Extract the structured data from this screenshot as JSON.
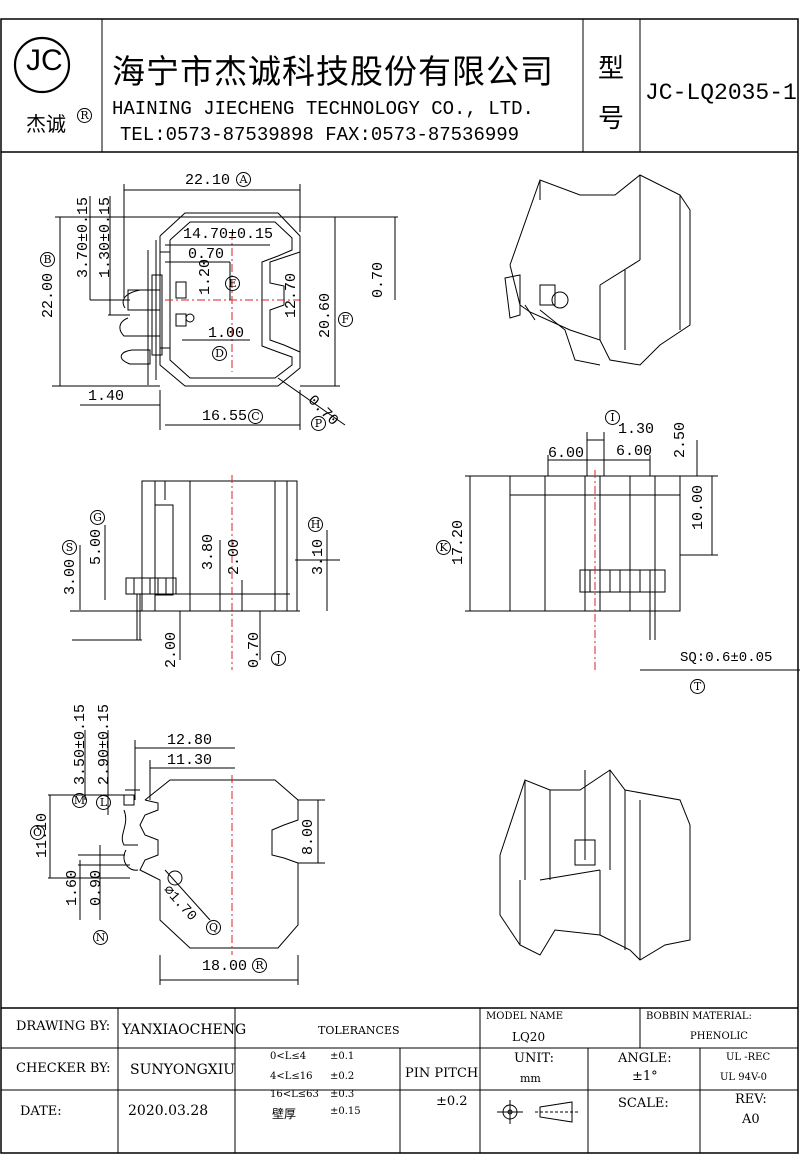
{
  "header": {
    "logo_text": "JC",
    "logo_sub": "杰诚",
    "logo_reg": "R",
    "company_cn": "海宁市杰诚科技股份有限公司",
    "company_en": "HAINING JIECHENG TECHNOLOGY CO., LTD.",
    "contact": "TEL:0573-87539898  FAX:0573-87536999",
    "type_label_1": "型",
    "type_label_2": "号",
    "part_number": "JC-LQ2035-1"
  },
  "top_view": {
    "d_22_10": "22.10",
    "ref_a": "A",
    "d_14_70": "14.70±0.15",
    "d_0_70a": "0.70",
    "d_1_20": "1.20",
    "ref_e": "E",
    "d_1_00": "1.00",
    "ref_d": "D",
    "d_3_70": "3.70±0.15",
    "d_1_30": "1.30±0.15",
    "d_22_00": "22.00",
    "ref_b": "B",
    "d_12_70": "12.70",
    "d_20_60": "20.60",
    "ref_f": "F",
    "d_0_70b": "0.70",
    "d_1_40": "1.40",
    "d_16_55": "16.55",
    "ref_c": "C",
    "d_0_70c": "0.70",
    "ref_p": "P"
  },
  "front_view": {
    "ref_g": "G",
    "ref_s": "S",
    "ref_h": "H",
    "d_5_00": "5.00",
    "d_3_00": "3.00",
    "d_3_80": "3.80",
    "d_2_00a": "2.00",
    "d_3_10": "3.10",
    "d_2_00b": "2.00",
    "d_0_70": "0.70",
    "ref_j": "J"
  },
  "side_view": {
    "ref_i": "I",
    "d_1_30": "1.30",
    "d_6_00a": "6.00",
    "d_6_00b": "6.00",
    "d_2_50": "2.50",
    "d_10_00": "10.00",
    "d_17_20": "17.20",
    "ref_k": "K",
    "sq": "SQ:0.6±0.05",
    "ref_t": "T"
  },
  "bottom_view": {
    "d_3_50": "3.50±0.15",
    "d_2_90": "2.90±0.15",
    "d_12_80": "12.80",
    "d_11_30": "11.30",
    "ref_m": "M",
    "ref_l": "L",
    "ref_o": "O",
    "d_11_10": "11.10",
    "d_8_00": "8.00",
    "d_1_60": "1.60",
    "d_0_90": "0.90",
    "ref_n": "N",
    "d_phi": "∅1.70",
    "ref_q": "Q",
    "d_18_00": "18.00",
    "ref_r": "R"
  },
  "title_block": {
    "drawing_by_label": "DRAWING  BY:",
    "drawing_by": "YANXIAOCHENG",
    "checker_by_label": "CHECKER  BY:",
    "checker_by": "SUNYONGXIU",
    "date_label": "DATE:",
    "date": "2020.03.28",
    "tolerances_label": "TOLERANCES",
    "tol_rows": [
      {
        "range": "0<L≤4",
        "tol": "±0.1"
      },
      {
        "range": "4<L≤16",
        "tol": "±0.2"
      },
      {
        "range": "16<L≤63",
        "tol": "±0.3"
      },
      {
        "range": "壁厚",
        "tol": "±0.15"
      }
    ],
    "pin_pitch_label": "PIN PITCH",
    "pin_pitch": "±0.2",
    "model_name_label": "MODEL NAME",
    "model_name": "LQ20",
    "bobbin_material_label": "BOBBIN MATERIAL:",
    "bobbin_material": "PHENOLIC",
    "unit_label": "UNIT:",
    "unit": "mm",
    "angle_label": "ANGLE:",
    "angle": "±1°",
    "ul_1": "UL -REC",
    "ul_2": "UL  94V-0",
    "scale_label": "SCALE:",
    "rev_label": "REV:",
    "rev": "A0"
  }
}
